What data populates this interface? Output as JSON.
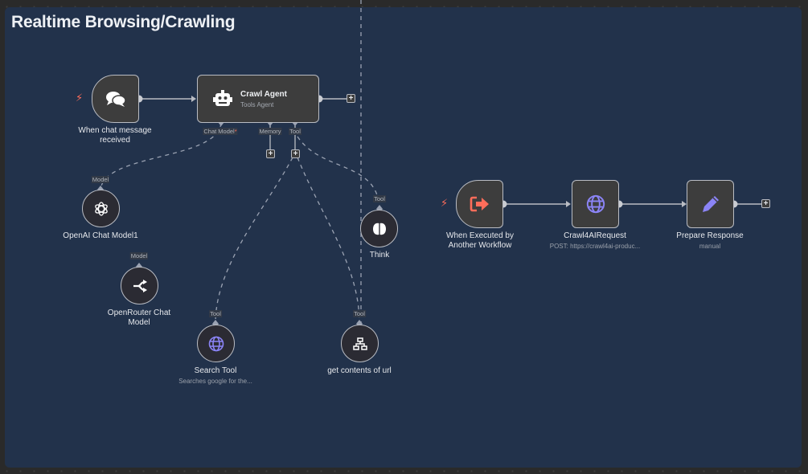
{
  "sticky": {
    "title": "Realtime Browsing/Crawling",
    "color": "#22324b"
  },
  "nodes": {
    "chat_trigger": {
      "label_line1": "When chat message",
      "label_line2": "received",
      "icon": "chat-bubbles-icon"
    },
    "crawl_agent": {
      "title": "Crawl Agent",
      "subtitle": "Tools Agent",
      "icon": "robot-icon",
      "ports": {
        "chat_model": "Chat Model",
        "chat_model_required": "*",
        "memory": "Memory",
        "tool": "Tool"
      }
    },
    "openai_model": {
      "label": "OpenAI Chat Model1",
      "port": "Model",
      "icon": "openai-icon"
    },
    "openrouter_model": {
      "label_line1": "OpenRouter Chat",
      "label_line2": "Model",
      "port": "Model",
      "icon": "openrouter-icon"
    },
    "search_tool": {
      "label": "Search Tool",
      "sublabel": "Searches google for the...",
      "port": "Tool",
      "icon": "globe-icon"
    },
    "get_contents": {
      "label": "get contents of url",
      "port": "Tool",
      "icon": "sitemap-icon"
    },
    "think": {
      "label": "Think",
      "port": "Tool",
      "icon": "brain-icon"
    },
    "exec_trigger": {
      "label_line1": "When Executed by",
      "label_line2": "Another Workflow",
      "icon": "sign-out-icon"
    },
    "crawl_request": {
      "label": "Crawl4AIRequest",
      "sublabel": "POST: https://crawl4ai-produc...",
      "icon": "globe-icon"
    },
    "prepare_response": {
      "label": "Prepare Response",
      "sublabel": "manual",
      "icon": "pencil-icon"
    }
  },
  "colors": {
    "accent_orange": "#ff6d5a",
    "accent_purple": "#8b84f6",
    "node_border": "#b9bcc3"
  }
}
